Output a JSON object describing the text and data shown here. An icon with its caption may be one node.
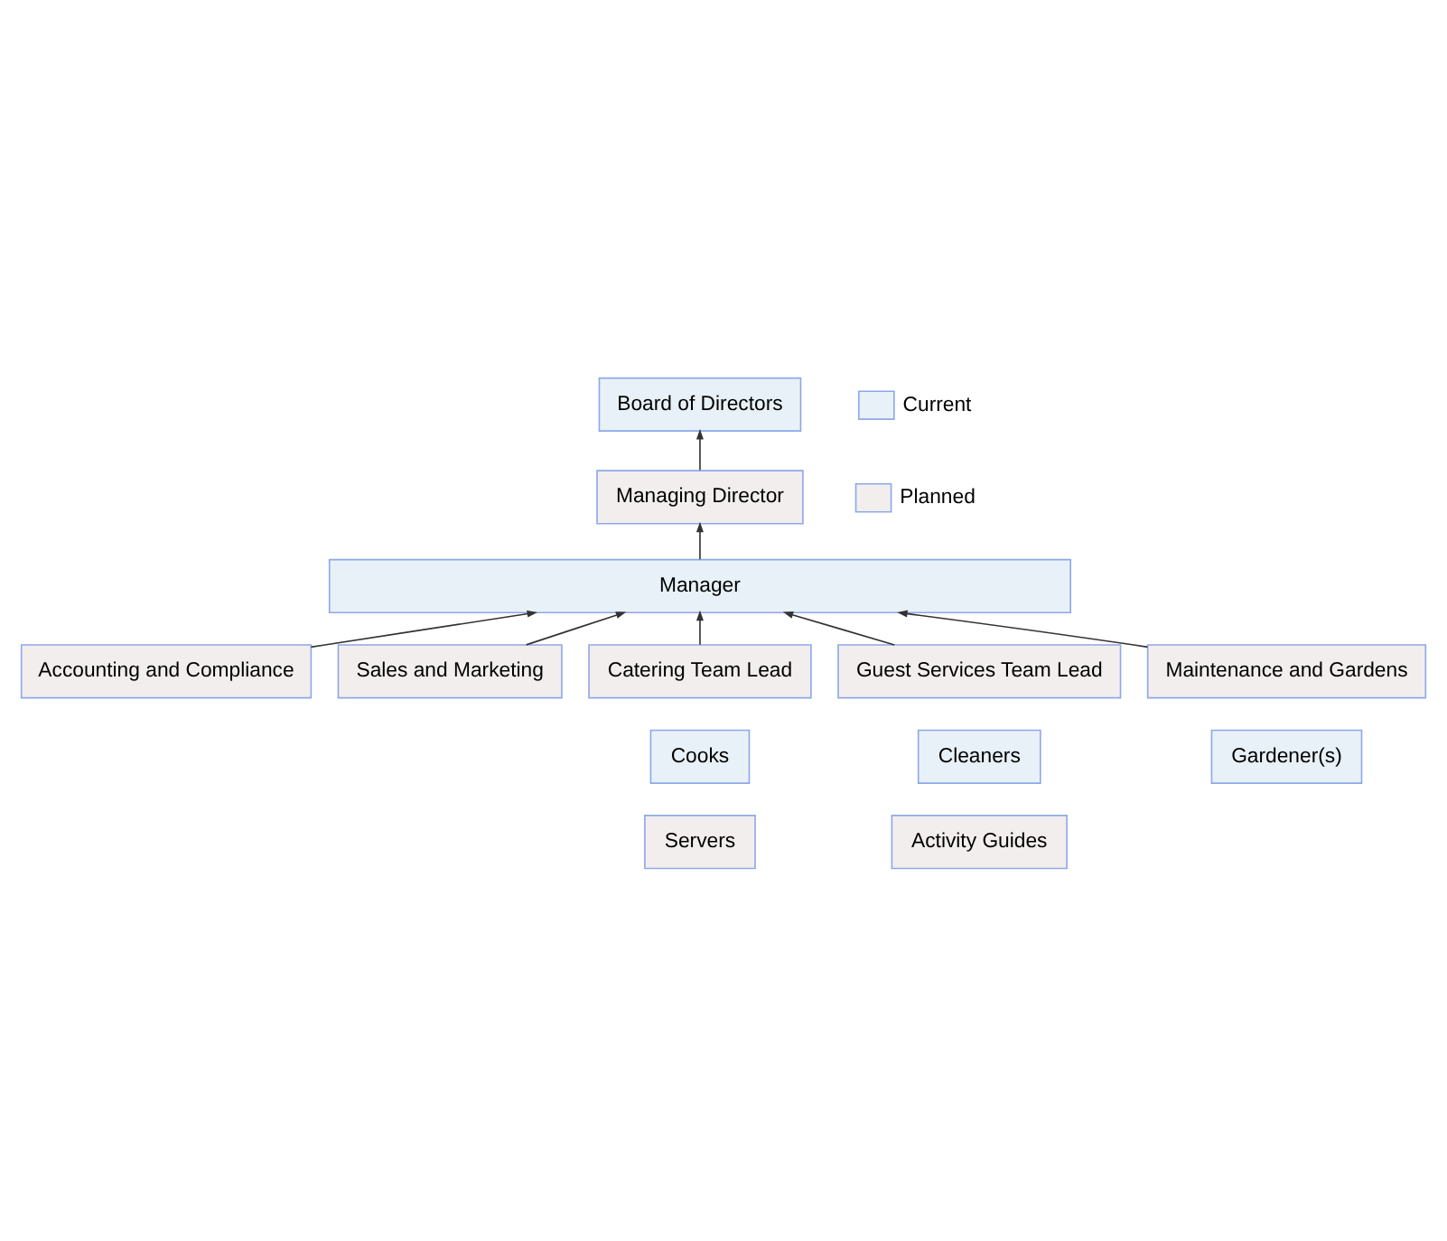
{
  "diagram": {
    "nodes": [
      {
        "text": [
          "Board of Directors"
        ]
      },
      {
        "text": [
          "Managing Director"
        ]
      },
      {
        "text": [
          "Manager"
        ]
      },
      {
        "text": [
          "Accounting and Compliance"
        ]
      },
      {
        "text": [
          "Sales and Marketing"
        ]
      },
      {
        "text": [
          "Catering Team Lead"
        ]
      },
      {
        "text": [
          "Guest Services Team Lead"
        ]
      },
      {
        "text": [
          "Maintenance and Gardens"
        ]
      },
      {
        "text": [
          "Cooks"
        ]
      },
      {
        "text": [
          "Servers"
        ]
      },
      {
        "text": [
          "Cleaners"
        ]
      },
      {
        "text": [
          "Activity Guides"
        ]
      },
      {
        "text": [
          "Gardener(s)"
        ]
      }
    ],
    "edges": [
      {
        "from": 1,
        "to": 0,
        "arrow": "to"
      },
      {
        "from": 2,
        "to": 1,
        "arrow": "to"
      },
      {
        "from": 3,
        "to": 2,
        "arrow": "to"
      },
      {
        "from": 4,
        "to": 2,
        "arrow": "to"
      },
      {
        "from": 5,
        "to": 2,
        "arrow": "to"
      },
      {
        "from": 6,
        "to": 2,
        "arrow": "to"
      },
      {
        "from": 7,
        "to": 2,
        "arrow": "to"
      }
    ],
    "legend": [
      {
        "text": "Current",
        "color": "#e8f1f8"
      },
      {
        "text": "Planned",
        "color": "#f3eeee"
      }
    ]
  }
}
